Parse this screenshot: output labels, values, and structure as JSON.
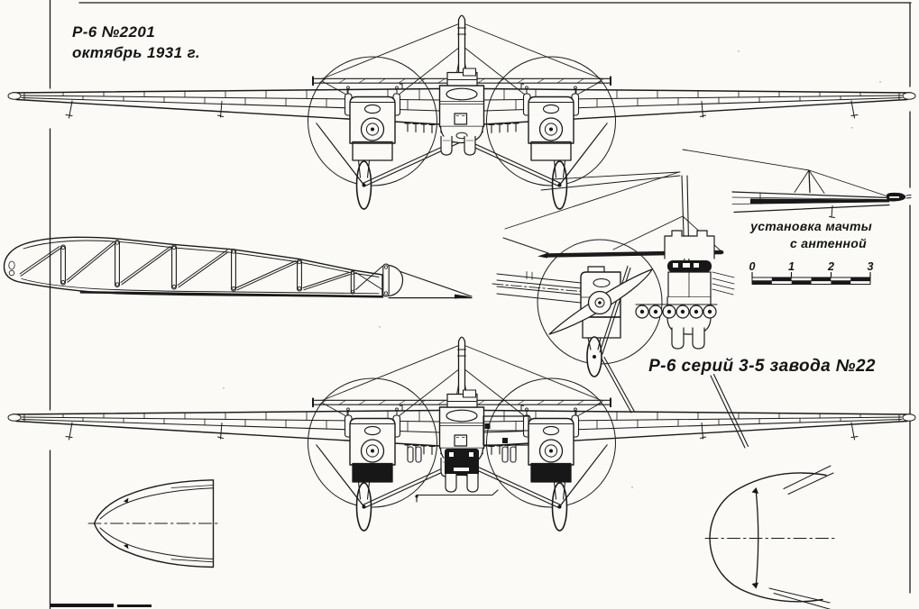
{
  "page": {
    "background": "#fbfaf7",
    "ink": "#1b1b1b"
  },
  "captions": {
    "variant_top_line1": "Р-6 №2201",
    "variant_top_line2": "октябрь 1931 г.",
    "antenna_note_line1": "установка мачты",
    "antenna_note_line2": "с антенной",
    "series_caption": "Р-6 серий 3-5 завода №22"
  },
  "scale_bar": {
    "ticks": [
      "0",
      "1",
      "2",
      "3"
    ]
  }
}
